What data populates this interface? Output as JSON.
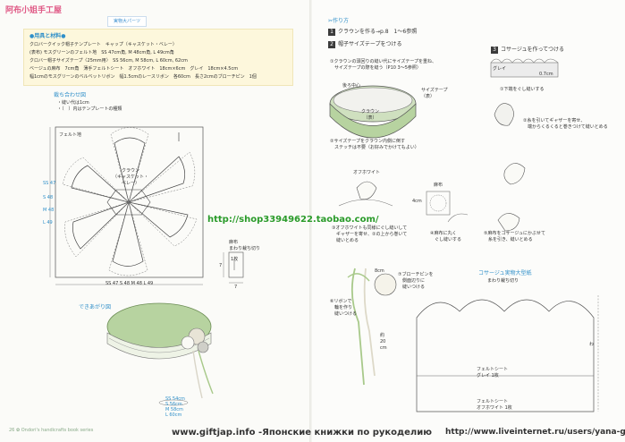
{
  "left": {
    "logo": "阿布小姐手工屋",
    "legend": "実物大パーツ",
    "materials_title": "●用具と材料●",
    "materials": [
      "クロバークイック帽子テンプレート　キャップ（キャスケット・ベレー）",
      "(表布) モスグリーンのフェルト地　SS 47cm角, M 48cm角, L 49cm角",
      "クロバー帽子サイズテープ〈25mm用〉　SS 56cm, M 58cm, L 60cm, 62cm",
      "ベージュの麻布　7cm角　薄手フェルトシート　オフホワイト　18cm×6cm　グレイ　18cm×4.5cm",
      "幅1cmのモスグリーンのベルベットリボン　幅1.5cmのレースリボン　各60cm　長さ2cmのブローチピン　1個"
    ],
    "cut_title": "裁ち合わせ図",
    "cut_notes": [
      "・縫い代は1cm",
      "・（　）内はテンプレートの種類"
    ],
    "felt_label": "フェルト地",
    "crown_label": "クラウン\n（キャスケット・\nベレー）",
    "side_sizes": [
      "SS 47",
      "S 48",
      "M 48",
      "L 49"
    ],
    "bottom_sizes": "SS 47 S 48 M 48 L 49",
    "linen_label": "麻布\nまわり裁ち切り",
    "linen_inner": "1枚",
    "linen_side": "7",
    "linen_bottom": "7",
    "finished_title": "できあがり図",
    "finished_sizes": [
      "SS 54cm",
      "S 56cm",
      "M 58cm",
      "L 60cm"
    ],
    "footer_brand": "26 ✿ Ondori's handicrafts book series"
  },
  "right": {
    "title": "✂作り方",
    "step1": "クラウンを作る→p.8　1〜6参照",
    "step2": "帽子サイズテープをつける",
    "step3": "コサージュを作ってつける",
    "note_2_1": "①クラウンの頭回りの縫い代にサイズテープを重ね、\n　サイズテープの際を縫う（P10 3〜5参照）",
    "label_back": "後ろ中心",
    "label_sizetape": "サイズテープ\n（表）",
    "label_crown": "クラウン\n（表）",
    "note_2_2": "②サイズテープをクラウン内側に倒す\n　ステッチは不要（お好みでかけてもよい）",
    "grey_label": "グレイ",
    "grey_measure": "0.7cm",
    "note_3_1": "①下端をぐし縫いする",
    "note_3_2": "②糸を引いてギャザーを寄せ、\n　端からくるくると巻きつけて縫いとめる",
    "offwhite_label": "オフホワイト",
    "linen_rolled": "麻布",
    "linen_4cm": "4cm",
    "note_3_3": "③オフホワイトも同様にぐし縫いして\n　ギャザーを寄せ、②の上から巻いて\n　縫いとめる",
    "note_3_4": "④麻布に丸く\n　ぐし縫いする",
    "note_3_5": "⑤麻布をコサージュにかぶせて\n　糸を引き、縫いとめる",
    "brooch_8cm": "8cm",
    "note_3_7": "⑦ブローチピンを\n　側面辺りに\n　縫いつける",
    "note_3_6": "⑥リボンで\n　輪を作り\n　縫いつける",
    "ribbon_len": "約\n20\ncm",
    "pattern_title": "コサージュ実物大型紙",
    "pattern_cut": "まわり裁ち切り",
    "felt_grey": "フェルトシート\nグレイ 1枚",
    "felt_white": "フェルトシート\nオフホワイト 1枚",
    "fold_mark": "わ"
  },
  "watermark_url": "http://shop33949622.taobao.com/",
  "footer_site": "www.giftjap.info -Японские книжки по рукоделию",
  "footer_li": "http://www.liveinternet.ru/users/yana-gurr/",
  "colors": {
    "accent_blue": "#2f8fc9",
    "green": "#58a23a",
    "watermark": "#2a9b2a",
    "hat_green": "#b7d3a0"
  }
}
